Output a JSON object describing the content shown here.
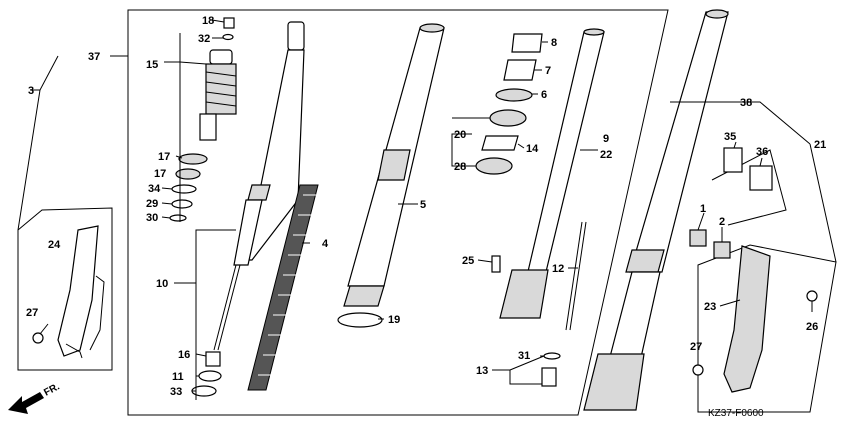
{
  "diagram": {
    "code": "KZ37-F0600",
    "front_marker": "FR.",
    "callouts": [
      {
        "id": "c18",
        "text": "18"
      },
      {
        "id": "c32",
        "text": "32"
      },
      {
        "id": "c37",
        "text": "37"
      },
      {
        "id": "c15",
        "text": "15"
      },
      {
        "id": "c3",
        "text": "3"
      },
      {
        "id": "c17a",
        "text": "17"
      },
      {
        "id": "c17b",
        "text": "17"
      },
      {
        "id": "c34",
        "text": "34"
      },
      {
        "id": "c29",
        "text": "29"
      },
      {
        "id": "c30",
        "text": "30"
      },
      {
        "id": "c24",
        "text": "24"
      },
      {
        "id": "c27a",
        "text": "27"
      },
      {
        "id": "c10",
        "text": "10"
      },
      {
        "id": "c16",
        "text": "16"
      },
      {
        "id": "c11",
        "text": "11"
      },
      {
        "id": "c33",
        "text": "33"
      },
      {
        "id": "c4",
        "text": "4"
      },
      {
        "id": "c5",
        "text": "5"
      },
      {
        "id": "c19",
        "text": "19"
      },
      {
        "id": "c8",
        "text": "8"
      },
      {
        "id": "c7",
        "text": "7"
      },
      {
        "id": "c6",
        "text": "6"
      },
      {
        "id": "c20",
        "text": "20"
      },
      {
        "id": "c14",
        "text": "14"
      },
      {
        "id": "c28",
        "text": "28"
      },
      {
        "id": "c9",
        "text": "9"
      },
      {
        "id": "c22",
        "text": "22"
      },
      {
        "id": "c25",
        "text": "25"
      },
      {
        "id": "c12",
        "text": "12"
      },
      {
        "id": "c13",
        "text": "13"
      },
      {
        "id": "c31",
        "text": "31"
      },
      {
        "id": "c38",
        "text": "38"
      },
      {
        "id": "c35",
        "text": "35"
      },
      {
        "id": "c36",
        "text": "36"
      },
      {
        "id": "c21",
        "text": "21"
      },
      {
        "id": "c1",
        "text": "1"
      },
      {
        "id": "c2",
        "text": "2"
      },
      {
        "id": "c23",
        "text": "23"
      },
      {
        "id": "c26",
        "text": "26"
      },
      {
        "id": "c27b",
        "text": "27"
      }
    ]
  }
}
